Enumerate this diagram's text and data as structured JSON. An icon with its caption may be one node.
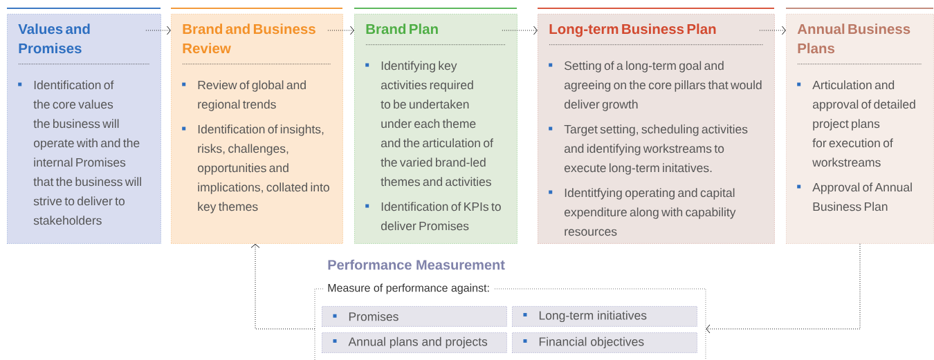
{
  "diagram": {
    "nodes": [
      {
        "text": [
          "Values and Promises",
          "Identification of the core values the business will operate with and the internal Promises that the business will strive to deliver to stakeholders"
        ]
      },
      {
        "text": [
          "Brand and Business Review",
          "Review of global and regional trends",
          "Identification of insights, risks, challenges, opportunities and implications, collated into key themes"
        ]
      },
      {
        "text": [
          "Brand Plan",
          "Identifying key activities required to be undertaken under each theme and the articulation of the varied brand-led themes and activities",
          "Identification of KPIs to deliver Promises"
        ]
      },
      {
        "text": [
          "Long-term Business Plan",
          "Setting of a long-term goal and agreeing on the core pillars that would deliver growth",
          "Target setting, scheduling activities and identifying workstreams to execute long-term initatives.",
          "Identitfying operating and capital expenditure along with capability resources"
        ]
      },
      {
        "text": [
          "Annual Business Plans",
          "Articulation and approval of detailed project plans for execution of workstreams",
          "Approval of Annual Business Plan"
        ]
      },
      {
        "text": [
          "Performance Measurement",
          "Measure of performance against:"
        ]
      },
      {
        "text": [
          "Promises"
        ],
        "in": 5
      },
      {
        "text": [
          "Long-term initiatives"
        ],
        "in": 5
      },
      {
        "text": [
          "Annual plans and projects"
        ],
        "in": 5
      },
      {
        "text": [
          "Financial objectives"
        ],
        "in": 5
      }
    ],
    "edges": [
      {
        "from": 0,
        "to": 1,
        "arrow": "to",
        "style": "dashed"
      },
      {
        "from": 1,
        "to": 2,
        "arrow": "to",
        "style": "dashed"
      },
      {
        "from": 2,
        "to": 3,
        "arrow": "to",
        "style": "dashed"
      },
      {
        "from": 3,
        "to": 4,
        "arrow": "to",
        "style": "dashed"
      },
      {
        "from": 4,
        "to": 5,
        "arrow": "to",
        "style": "dashed"
      },
      {
        "from": 5,
        "to": 1,
        "arrow": "to",
        "style": "dashed"
      }
    ]
  }
}
